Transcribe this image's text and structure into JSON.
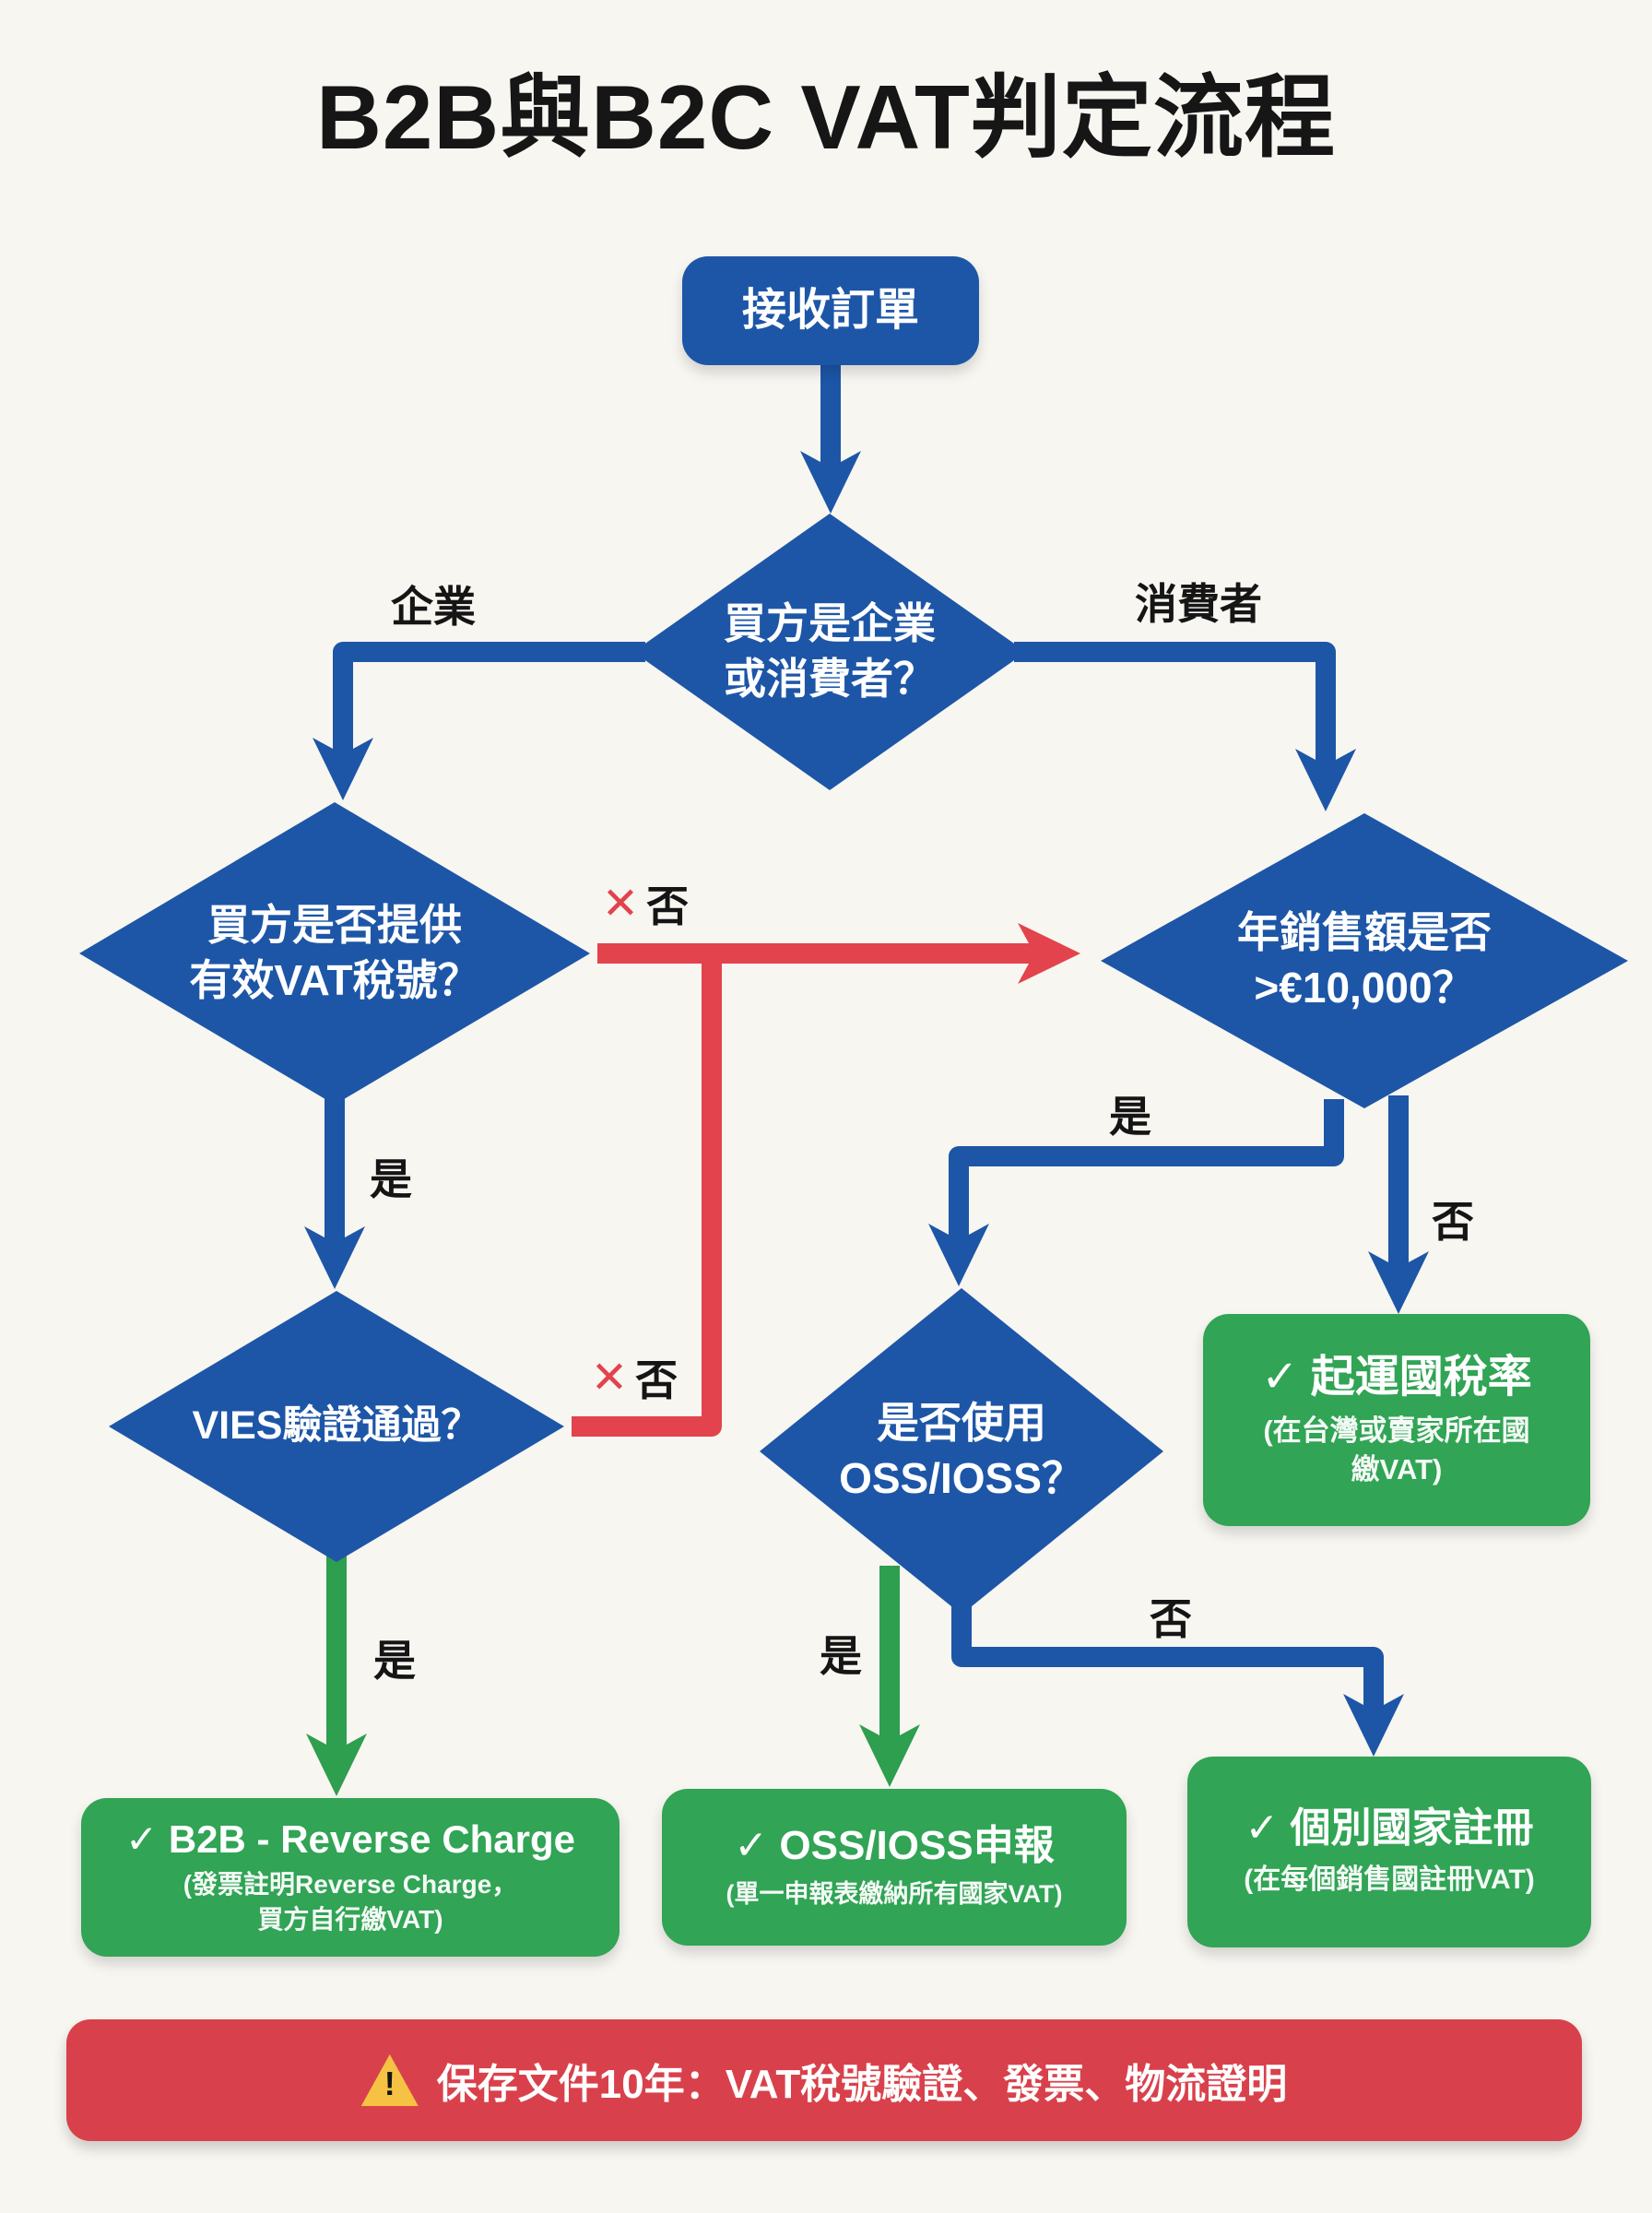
{
  "title": "B2B與B2C VAT判定流程",
  "colors": {
    "blue": "#1d56a7",
    "red": "#e2434d",
    "green": "#31a455",
    "banner_red": "#d8414b",
    "background": "#f8f6f1"
  },
  "nodes": {
    "start": {
      "label": "接收訂單"
    },
    "buyer_type": {
      "line1": "買方是企業",
      "line2": "或消費者？"
    },
    "vat_number": {
      "line1": "買方是否提供",
      "line2": "有效VAT稅號？"
    },
    "sales_threshold": {
      "line1": "年銷售額是否",
      "line2": ">€10,000？"
    },
    "vies": {
      "line1": "VIES驗證通過？"
    },
    "oss_use": {
      "line1": "是否使用",
      "line2": "OSS/IOSS？"
    },
    "origin_rate": {
      "check": "✓",
      "title": "起運國稅率",
      "sub1": "(在台灣或賣家所在國",
      "sub2": "繳VAT)"
    },
    "b2b_reverse": {
      "check": "✓",
      "title": "B2B - Reverse Charge",
      "sub1": "(發票註明Reverse Charge，",
      "sub2": "買方自行繳VAT)"
    },
    "oss_filing": {
      "check": "✓",
      "title": "OSS/IOSS申報",
      "sub1": "(單一申報表繳納所有國家VAT)"
    },
    "country_reg": {
      "check": "✓",
      "title": "個別國家註冊",
      "sub1": "(在每個銷售國註冊VAT)"
    }
  },
  "edges": {
    "business": "企業",
    "consumer": "消費者",
    "no_mark": "✕",
    "vat_no": "否",
    "vat_yes": "是",
    "vies_no": "否",
    "vies_yes": "是",
    "threshold_yes": "是",
    "threshold_no": "否",
    "oss_yes": "是",
    "oss_no": "否"
  },
  "banner": {
    "icon_mark": "!",
    "text": "保存文件10年：VAT稅號驗證、發票、物流證明"
  }
}
